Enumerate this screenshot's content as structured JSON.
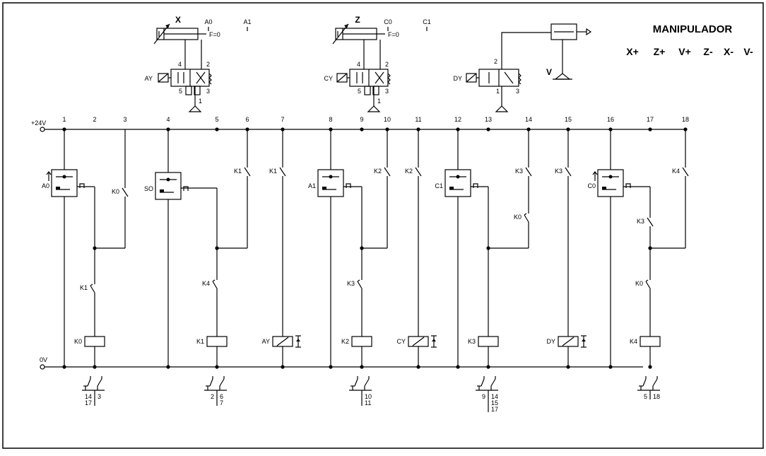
{
  "title": "MANIPULADOR",
  "sequence": [
    "X+",
    "Z+",
    "V+",
    "Z-",
    "X-",
    "V-"
  ],
  "cylinder_x": {
    "name": "X",
    "positions": [
      "A0",
      "A1"
    ],
    "valve": "AY",
    "force": "F=0",
    "ports": [
      "4",
      "2",
      "5",
      "3",
      "1"
    ]
  },
  "cylinder_z": {
    "name": "Z",
    "positions": [
      "C0",
      "C1"
    ],
    "valve": "CY",
    "force": "F=0",
    "ports": [
      "4",
      "2",
      "5",
      "3",
      "1"
    ]
  },
  "vacuum": {
    "name": "V",
    "valve": "DY",
    "ports": [
      "2",
      "1",
      "3"
    ]
  },
  "rails": {
    "plus": "+24V",
    "zero": "0V"
  },
  "column_numbers": [
    "1",
    "2",
    "3",
    "4",
    "5",
    "6",
    "7",
    "8",
    "9",
    "10",
    "11",
    "12",
    "13",
    "14",
    "15",
    "16",
    "17",
    "18"
  ],
  "sensors": [
    {
      "name": "A0",
      "col": 1
    },
    {
      "name": "SO",
      "col": 4
    },
    {
      "name": "A1",
      "col": 8
    },
    {
      "name": "C1",
      "col": 12
    },
    {
      "name": "C0",
      "col": 16
    }
  ],
  "contacts": [
    {
      "name": "K0",
      "col": 3,
      "type": "NO",
      "row": "a"
    },
    {
      "name": "K1",
      "col": 6,
      "type": "NO",
      "row": "top"
    },
    {
      "name": "K1",
      "col": 7,
      "type": "NO",
      "row": "top"
    },
    {
      "name": "K2",
      "col": 10,
      "type": "NO",
      "row": "top"
    },
    {
      "name": "K2",
      "col": 11,
      "type": "NO",
      "row": "top"
    },
    {
      "name": "K3",
      "col": 14,
      "type": "NO",
      "row": "top"
    },
    {
      "name": "K3",
      "col": 15,
      "type": "NO",
      "row": "top"
    },
    {
      "name": "K4",
      "col": 18,
      "type": "NO",
      "row": "top"
    },
    {
      "name": "K0",
      "col": 14,
      "type": "NC",
      "row": "mid"
    },
    {
      "name": "K3",
      "col": 17,
      "type": "NO",
      "row": "mid"
    },
    {
      "name": "K1",
      "col": 2,
      "type": "NC",
      "row": "low"
    },
    {
      "name": "K4",
      "col": 5,
      "type": "NC",
      "row": "low"
    },
    {
      "name": "K3",
      "col": 9,
      "type": "NC",
      "row": "low"
    },
    {
      "name": "K0",
      "col": 17,
      "type": "NC",
      "row": "low"
    }
  ],
  "coils": [
    {
      "name": "K0",
      "col": 2,
      "type": "relay"
    },
    {
      "name": "K1",
      "col": 5,
      "type": "relay"
    },
    {
      "name": "AY",
      "col": 7,
      "type": "valve"
    },
    {
      "name": "K2",
      "col": 9,
      "type": "relay"
    },
    {
      "name": "CY",
      "col": 11,
      "type": "valve"
    },
    {
      "name": "K3",
      "col": 13,
      "type": "relay"
    },
    {
      "name": "DY",
      "col": 15,
      "type": "valve"
    },
    {
      "name": "K4",
      "col": 17,
      "type": "relay"
    }
  ],
  "cross_refs": [
    {
      "col": 2,
      "left": [
        "14",
        "17"
      ],
      "right": [
        "3"
      ]
    },
    {
      "col": 5,
      "left": [
        "2"
      ],
      "right": [
        "6",
        "7"
      ]
    },
    {
      "col": 9,
      "left": [],
      "right": [
        "10",
        "11"
      ]
    },
    {
      "col": 13,
      "left": [
        "9"
      ],
      "right": [
        "14",
        "15",
        "17"
      ]
    },
    {
      "col": 17,
      "left": [
        "5"
      ],
      "right": [
        "18"
      ]
    }
  ]
}
